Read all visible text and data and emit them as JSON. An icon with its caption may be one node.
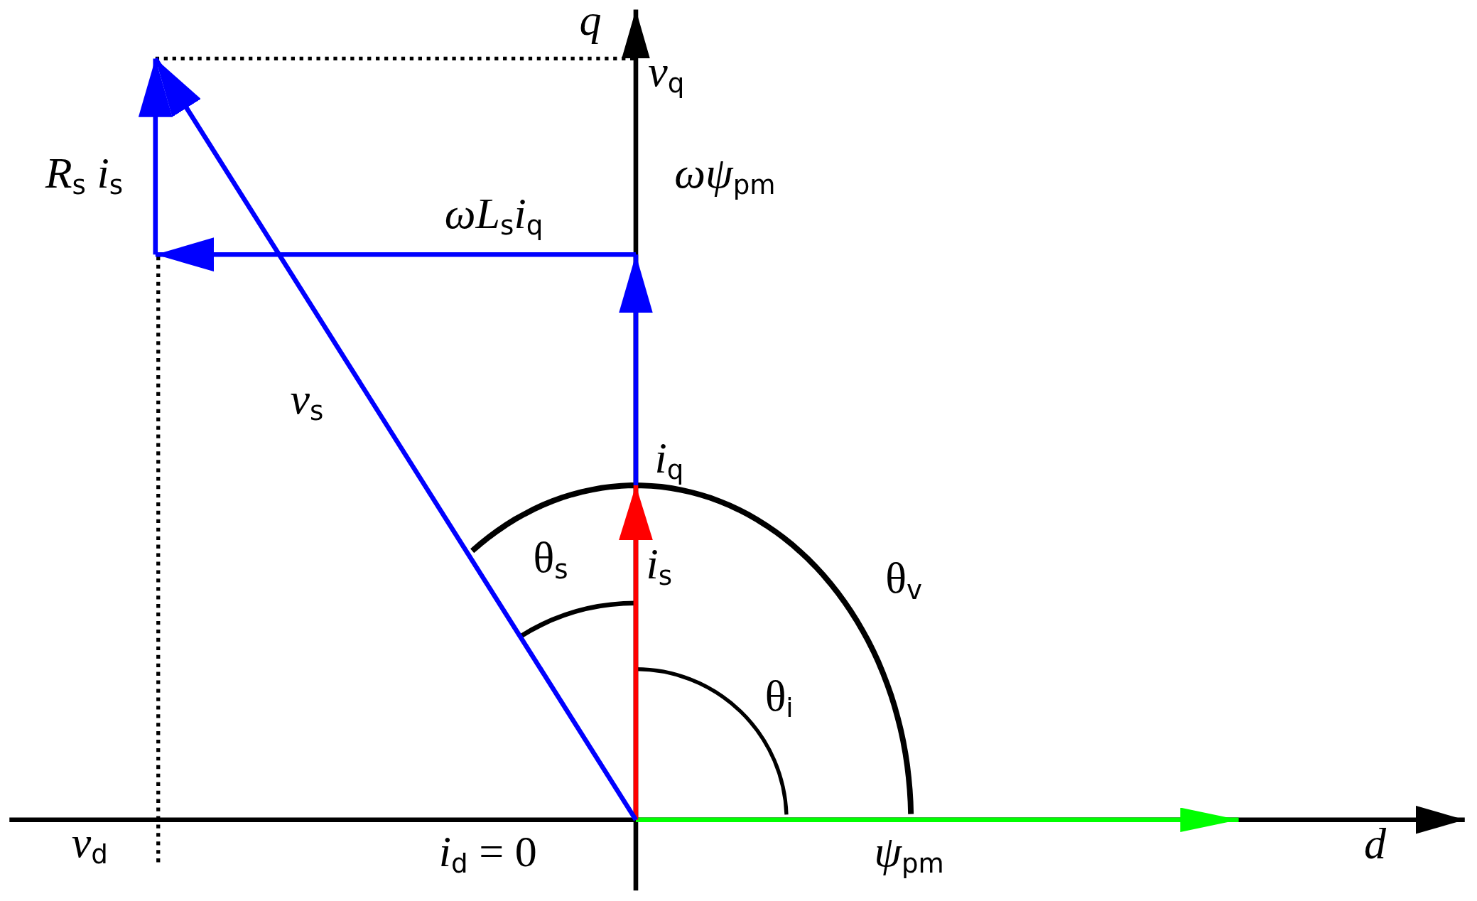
{
  "diagram": {
    "labels": [
      "q",
      "*v*$_{q}$",
      "*R*$_{s}$ *i*$_{s}$",
      "*ωψ*$_{pm}$",
      "*ωL*$_{s}$*i*$_{q}$",
      "*v*$_{s}$",
      "*i*$_{q}$",
      "θ$_{s}$",
      "*i*$_{s}$",
      "θ$_{v}$",
      "θ$_{i}$",
      "*v*$_{d}$",
      "*i*$_{d}$ = 0",
      "*ψ*$_{pm}$",
      "d"
    ]
  }
}
